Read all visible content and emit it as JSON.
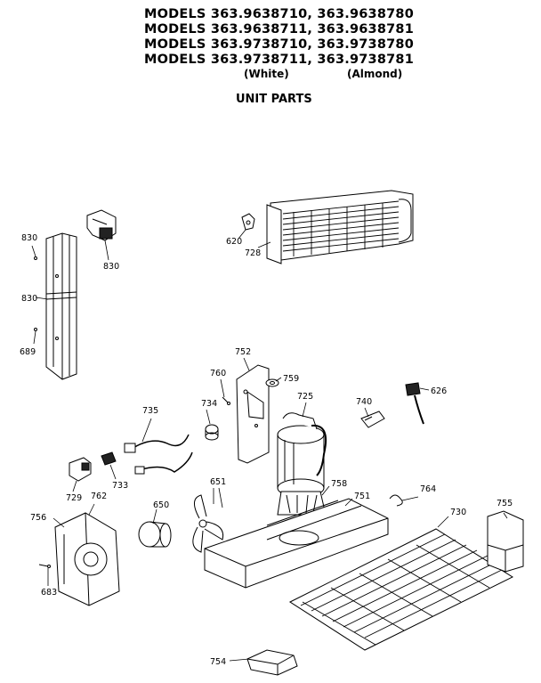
{
  "header": {
    "model_lines": [
      "MODELS 363.9638710, 363.9638780",
      "MODELS 363.9638711, 363.9638781",
      "MODELS 363.9738710, 363.9738780",
      "MODELS 363.9738711, 363.9738781"
    ],
    "color_white": "(White)",
    "color_almond": "(Almond)",
    "section_title": "UNIT PARTS"
  },
  "parts": {
    "p830_top": "830",
    "p830_bracket": "830",
    "p830_mid": "830",
    "p689": "689",
    "p620": "620",
    "p728": "728",
    "p752": "752",
    "p760": "760",
    "p759": "759",
    "p725": "725",
    "p740": "740",
    "p626": "626",
    "p735": "735",
    "p734": "734",
    "p729": "729",
    "p733": "733",
    "p762": "762",
    "p756": "756",
    "p651": "651",
    "p650": "650",
    "p758": "758",
    "p751": "751",
    "p764": "764",
    "p730": "730",
    "p755": "755",
    "p683": "683",
    "p754": "754"
  }
}
